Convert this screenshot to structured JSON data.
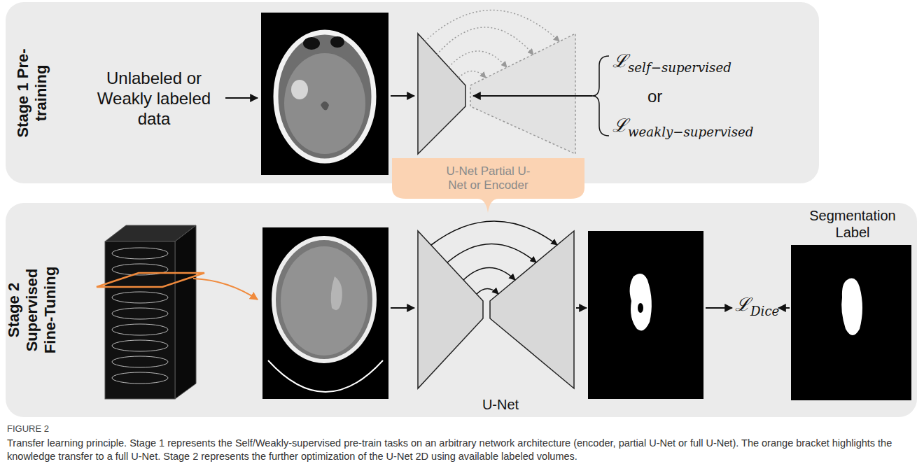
{
  "diagram": {
    "caption": "Transfer learning principle. Stage 1 represents the Self/Weakly-supervised pre-train tasks on an arbitrary network architecture (encoder, partial U-Net or full U-Net). The orange bracket highlights the knowledge transfer to a full U-Net. Stage 2 represents the further optimization of the U-Net 2D using available labeled volumes.",
    "nodes": [
      {
        "text": [
          "Stage 1 Pre-training"
        ]
      },
      {
        "text": [
          "Stage 2 Supervised Fine-Tuning"
        ]
      },
      {
        "text": [
          "U-Net Partial U-Net or Encoder"
        ]
      },
      {
        "text": [
          "U-Net"
        ],
        "in": 1
      },
      {
        "text": [
          "Segmentation Label"
        ],
        "in": 1
      }
    ],
    "labels": [
      "Unlabeled or Weakly labeled data",
      "ℒself−supervised",
      "or",
      "ℒweakly−supervised",
      "ℒDice",
      "FIGURE 2"
    ]
  }
}
